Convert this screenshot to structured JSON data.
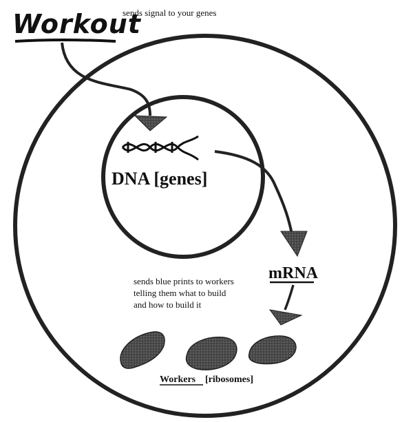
{
  "title": "Workout",
  "title_note": "sends signal to your genes",
  "dna_label": "DNA [genes]",
  "mrna_label": "mRNA",
  "mrna_note": {
    "line1": "sends blue prints to workers",
    "line2": "telling them what to build",
    "line3": "and how to build it"
  },
  "workers_label": "Workers",
  "ribosomes_label": "[ribosomes]",
  "colors": {
    "ink": "#111111",
    "fill": "#3a3a3a",
    "background": "#ffffff"
  }
}
